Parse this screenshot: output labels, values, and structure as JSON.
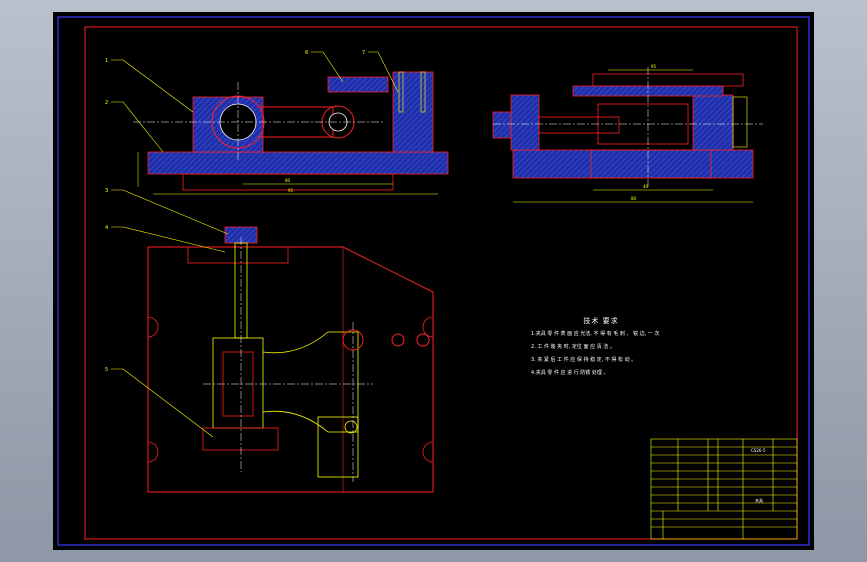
{
  "colors": {
    "background": "#000000",
    "outer_frame": "#3b3bff",
    "inner_frame": "#ff2020",
    "part_fill": "#1f2fa8",
    "hatch": "#4b5be0",
    "dimension": "#ffff00",
    "centerline": "#ffffff",
    "title_block": "#ffff00"
  },
  "technical_requirements": {
    "title": "技术 要求",
    "lines": [
      "1.夹具 零 件 表 面 应 光洁, 不 得 有 毛 刺 、 锐 边, 一 次",
      "2. 工 件 装 夹 时, 定位 面 应 清 洁 。",
      "3. 夹 紧 后 工 件 应 保 持 稳 定, 不 得 松 动 。",
      "4.夹具 零 件 应 进 行 防锈 处理 。"
    ]
  },
  "title_block": {
    "drawing_id": "CS26-5",
    "rows": [
      "",
      "",
      "",
      "",
      "",
      "",
      "",
      ""
    ],
    "bottom_label": "夹具"
  },
  "leaders": [
    "1",
    "2",
    "3",
    "4",
    "5",
    "6",
    "7"
  ],
  "dimensions": [
    "80",
    "95",
    "40",
    "80",
    "95"
  ]
}
